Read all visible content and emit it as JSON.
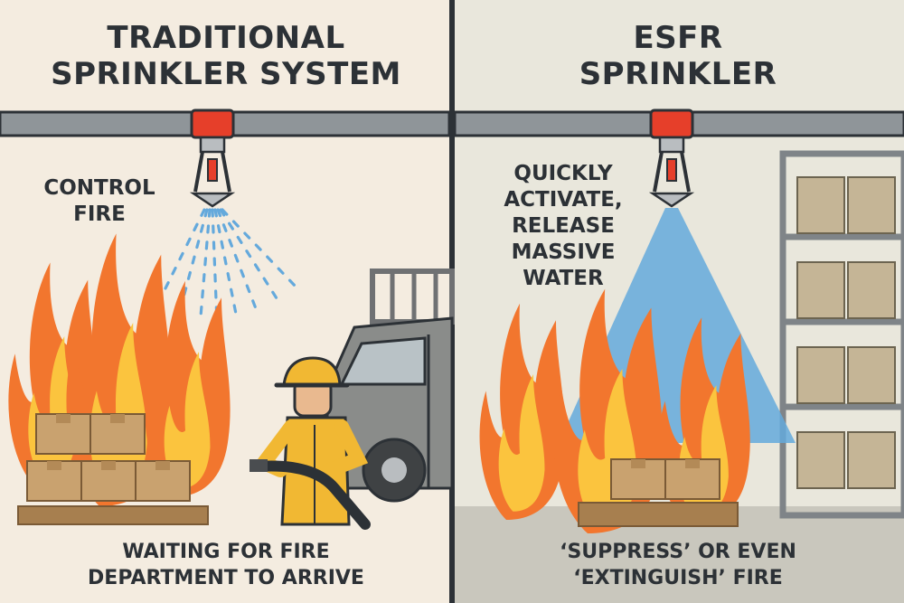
{
  "panels": {
    "traditional": {
      "title": "TRADITIONAL\nSPRINKLER SYSTEM",
      "label": "CONTROL\nFIRE",
      "caption": "WAITING FOR FIRE\nDEPARTMENT TO ARRIVE"
    },
    "esfr": {
      "title": "ESFR\nSPRINKLER",
      "label": "QUICKLY\nACTIVATE,\nRELEASE\nMASSIVE\nWATER",
      "caption": "‘SUPPRESS’ OR EVEN\n‘EXTINGUISH’ FIRE"
    }
  },
  "icons": [
    "sprinkler-head-icon",
    "water-drops-icon",
    "water-cone-icon",
    "flame-icon",
    "cardboard-box-icon",
    "firefighter-icon",
    "fire-hose-icon",
    "fire-truck-icon",
    "storage-rack-icon"
  ],
  "colors": {
    "left_background": "#f4ece0",
    "right_background": "#e9e7dc",
    "pipe": "#8f9599",
    "sprinkler_red": "#e63f2a",
    "water_blue": "#64a9dc",
    "flame_orange": "#f2762e",
    "flame_yellow": "#fbc43e",
    "box_tan": "#c9a26f",
    "firefighter_yellow": "#f1b833",
    "truck_gray": "#8a8c8a",
    "text_dark": "#2c3136"
  }
}
